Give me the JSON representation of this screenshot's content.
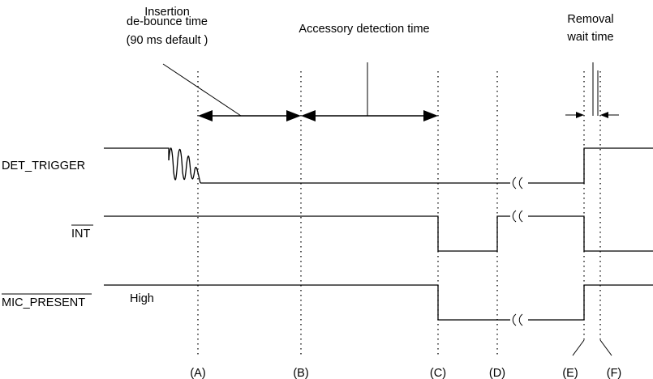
{
  "labels": {
    "insertion_debounce": [
      "Insertion",
      "de-bounce time",
      "(90 ms default )"
    ],
    "accessory_detection": "Accessory detection time",
    "removal_wait": [
      "Removal",
      "wait time"
    ]
  },
  "signals": {
    "det_trigger": "DET_TRIGGER",
    "int": "INT",
    "mic_present": "MIC_PRESENT",
    "mic_present_state": "High"
  },
  "markers": [
    "(A)",
    "(B)",
    "(C)",
    "(D)",
    "(E)",
    "(F)"
  ]
}
